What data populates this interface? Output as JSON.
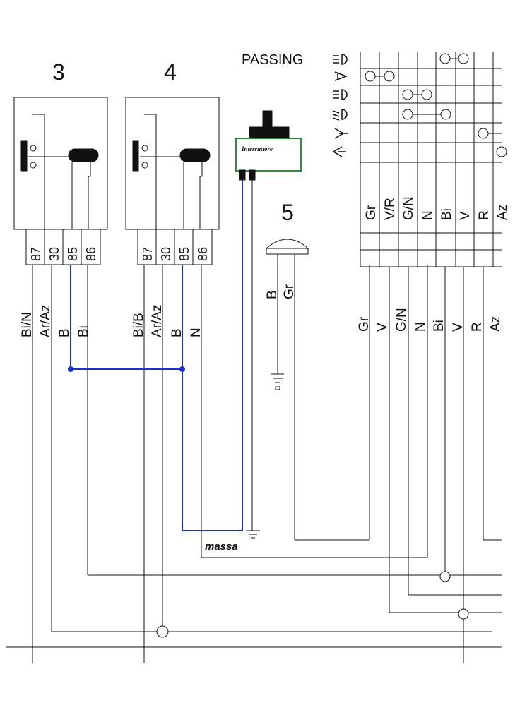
{
  "relays": [
    {
      "number": "3",
      "pins": [
        "87",
        "30",
        "85",
        "86"
      ],
      "wires": [
        "Bi/N",
        "Ar/Az",
        "B",
        "Bi"
      ]
    },
    {
      "number": "4",
      "pins": [
        "87",
        "30",
        "85",
        "86"
      ],
      "wires": [
        "Bi/B",
        "Ar/Az",
        "B",
        "N"
      ]
    }
  ],
  "passing": {
    "title": "PASSING",
    "switch_label": "Interruttore"
  },
  "lamp": {
    "number": "5",
    "wires": [
      "B",
      "Gr"
    ]
  },
  "connector": {
    "top_labels": [
      "Gr",
      "V/R",
      "G/N",
      "N",
      "Bi",
      "V",
      "R",
      "Az"
    ],
    "bottom_labels": [
      "Gr",
      "V",
      "G/N",
      "N",
      "Bi",
      "V",
      "R",
      "Az"
    ]
  },
  "ground_label": "massa",
  "colors": {
    "blue_wire": "#1a2fd0",
    "switch_border": "#2e8b3a",
    "ink": "#111111"
  },
  "icons": [
    "headlight-icon",
    "horn-icon",
    "high-beam-icon",
    "low-beam-icon",
    "turn-signal-icon"
  ]
}
